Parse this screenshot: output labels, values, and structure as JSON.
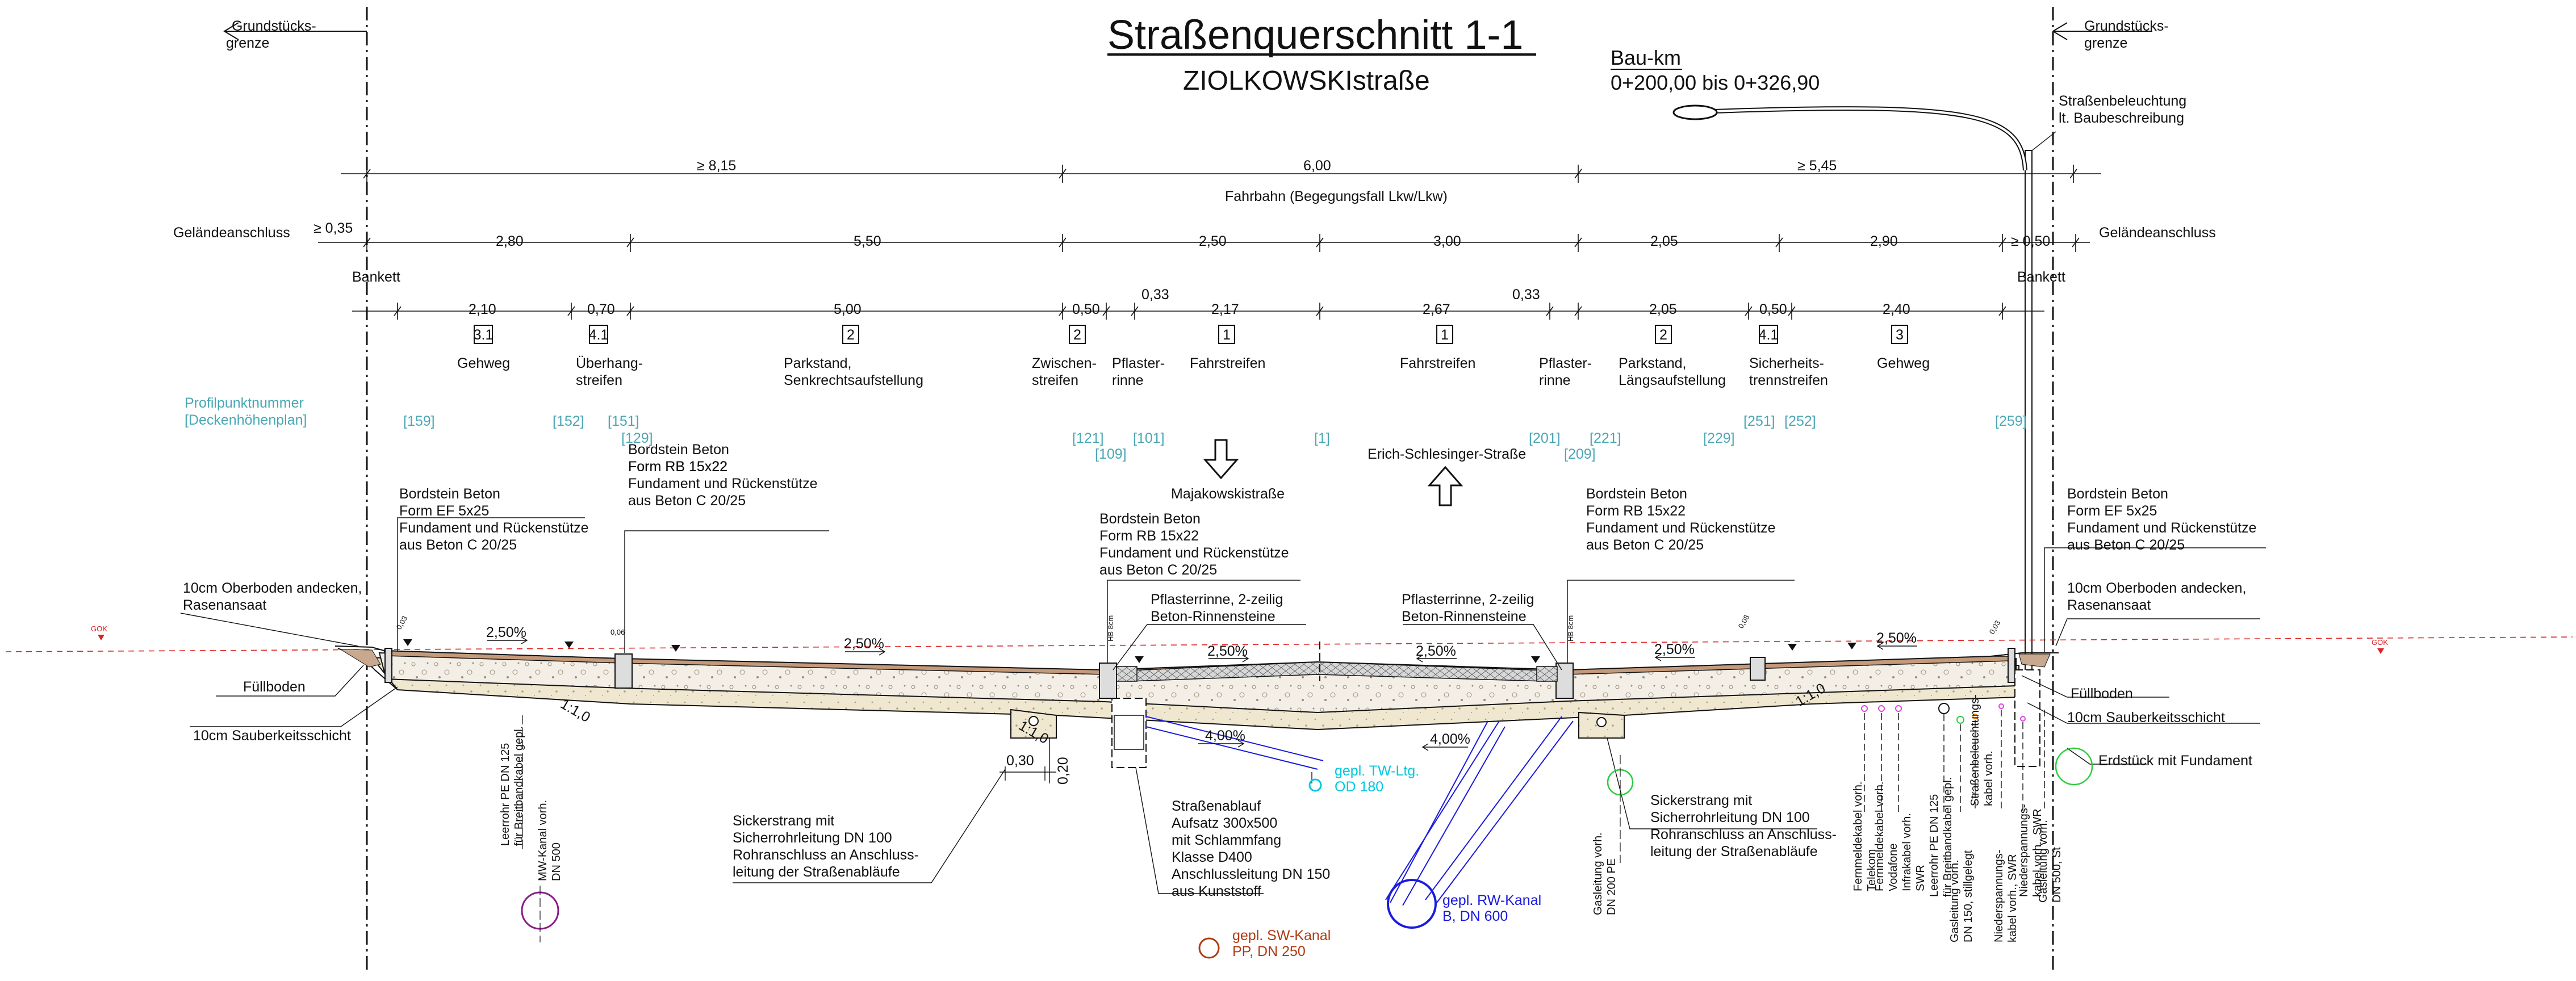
{
  "title": "Straßenquerschnitt 1-1",
  "subtitle": "ZIOLKOWSKIstraße",
  "bau_km_label": "Bau-km",
  "bau_km_range": "0+200,00 bis 0+326,90",
  "property_boundary_left": [
    "Grundstücks-",
    "grenze"
  ],
  "property_boundary_right": [
    "Grundstücks-",
    "grenze"
  ],
  "street_lighting": [
    "Straßenbeleuchtung",
    "lt. Baubeschreibung"
  ],
  "dim_row1": [
    "≥ 8,15",
    "6,00",
    "≥ 5,45"
  ],
  "fahrbahn_label": "Fahrbahn (Begegungsfall Lkw/Lkw)",
  "gelaende_left": "Geländeanschluss",
  "gelaende_right": "Geländeanschluss",
  "dim_row2": [
    "≥ 0,35",
    "2,80",
    "5,50",
    "2,50",
    "3,00",
    "2,05",
    "2,90",
    "≥ 0,50"
  ],
  "bankett_left": "Bankett",
  "bankett_right": "Bankett",
  "dim_row3": [
    "2,10",
    "0,70",
    "5,00",
    "0,50",
    "0,33",
    "2,17",
    "2,67",
    "0,33",
    "2,05",
    "0,50",
    "2,40"
  ],
  "codes": [
    "3.1",
    "4.1",
    "2",
    "2",
    "1",
    "1",
    "2",
    "4.1",
    "3"
  ],
  "zones": [
    [
      "Gehweg"
    ],
    [
      "Überhang-",
      "streifen"
    ],
    [
      "Parkstand,",
      "Senkrechtsaufstellung"
    ],
    [
      "Zwischen-",
      "streifen"
    ],
    [
      "Pflaster-",
      "rinne"
    ],
    [
      "Fahrstreifen"
    ],
    [
      "Fahrstreifen"
    ],
    [
      "Pflaster-",
      "rinne"
    ],
    [
      "Parkstand,",
      "Längsaufstellung"
    ],
    [
      "Sicherheits-",
      "trennstreifen"
    ],
    [
      "Gehweg"
    ]
  ],
  "profile_label": [
    "Profilpunktnummer",
    "[Deckenhöhenplan]"
  ],
  "profile_points": [
    "[159]",
    "[152]",
    "[151]",
    "[129]",
    "[121]",
    "[109]",
    "[101]",
    "[1]",
    "[201]",
    "[209]",
    "[221]",
    "[229]",
    "[251]",
    "[252]",
    "[259]"
  ],
  "direction_left": "Majakowskistraße",
  "direction_right": "Erich-Schlesinger-Straße",
  "callout_bord_ef_left": [
    "Bordstein Beton",
    "Form EF 5x25",
    "Fundament und Rückenstütze",
    "aus Beton C 20/25"
  ],
  "callout_bord_rb_left": [
    "Form RB 15x22",
    "Fundament und Rückenstütze",
    "aus Beton C 20/25"
  ],
  "callout_bord_rb_center": [
    "Bordstein Beton",
    "Form RB 15x22",
    "Fundament und Rückenstütze",
    "aus Beton C 20/25"
  ],
  "callout_bord_rb_right": [
    "Bordstein Beton",
    "Form RB 15x22",
    "Fundament und Rückenstütze",
    "aus Beton C 20/25"
  ],
  "callout_bord_ef_right": [
    "Bordstein Beton",
    "Form EF 5x25",
    "Fundament und Rückenstütze",
    "aus Beton C 20/25"
  ],
  "callout_oberboden_left": [
    "10cm Oberboden andecken,",
    "Rasenansaat"
  ],
  "callout_oberboden_right": [
    "10cm Oberboden andecken,",
    "Rasenansaat"
  ],
  "callout_rinne_left": [
    "Pflasterrinne, 2-zeilig",
    "Beton-Rinnensteine"
  ],
  "callout_rinne_right": [
    "Pflasterrinne, 2-zeilig",
    "Beton-Rinnensteine"
  ],
  "callout_fuell_left": "Füllboden",
  "callout_fuell_right": "Füllboden",
  "callout_sauber_left": "10cm Sauberkeitsschicht",
  "callout_sauber_right": "10cm Sauberkeitsschicht",
  "callout_erdstueck": "Erdstück mit Fundament",
  "callout_sicker_left": [
    "Sickerstrang mit",
    "Sicherrohrleitung DN 100",
    "Rohranschluss an Anschluss-",
    "leitung der Straßenabläufe"
  ],
  "callout_sicker_right": [
    "Sickerstrang mit",
    "Sicherrohrleitung DN 100",
    "Rohranschluss an Anschluss-",
    "leitung der Straßenabläufe"
  ],
  "callout_ablauf": [
    "Straßenablauf",
    "Aufsatz 300x500",
    "mit Schlammfang",
    "Klasse D400",
    "Anschlussleitung DN 150",
    "aus Kunststoff"
  ],
  "gok": "GOK",
  "slopes": [
    "2,50%",
    "2,50%",
    "2,50%",
    "2,50%",
    "2,50%",
    "2,50%"
  ],
  "slopes_pipe": [
    "4,00%",
    "4,00%"
  ],
  "gradient": "1:1,0",
  "small_dims": [
    "0,30",
    "0,20"
  ],
  "layer_dims": [
    "HB 8cm",
    "HB 8cm",
    "0,03",
    "0,06",
    "0,08",
    "0,03"
  ],
  "pipe_tw": [
    "gepl. TW-Ltg.",
    "OD 180"
  ],
  "pipe_rw": [
    "gepl. RW-Kanal",
    "B, DN 600"
  ],
  "pipe_sw": [
    "gepl. SW-Kanal",
    "PP, DN 250"
  ],
  "pipe_mw": [
    "MW-Kanal vorh.",
    "DN 500"
  ],
  "pipe_leerrohr": [
    "Leerrohr PE DN 125",
    "für Breitbandkabel gepl."
  ],
  "pipe_gas_left": [
    "Gasleitung vorh.",
    "DN 200 PE"
  ],
  "utilities_right": [
    [
      "Fernmeldekabel vorh.",
      "Telekom"
    ],
    [
      "Fernmeldekabel vorh.",
      "Vodafone"
    ],
    [
      "Infrakabel vorh.",
      "SWR"
    ],
    [
      "Leerrohr PE DN 125",
      "für Breitbandkabel gepl."
    ],
    [
      "Gasleitung vorh.",
      "DN 150, stillgelegt"
    ],
    [
      "Straßenbeleuchtungs-",
      "kabel vorh."
    ],
    [
      "Niederspannungs-",
      "kabel vorh., SWR"
    ],
    [
      "Niederspannungs-",
      "kabel vorh., SWR"
    ],
    [
      "Gasleitung vorh.",
      "DN 500, St"
    ]
  ],
  "colors": {
    "annotation": "#4aa7b4",
    "water": "#00c8e0",
    "rainwater": "#1a1ae0",
    "sewer": "#b03a10",
    "mw": "#8a1a8a",
    "gok": "#dd2222",
    "gas": "#2ecc40",
    "asphalt": "#c49a7a"
  }
}
